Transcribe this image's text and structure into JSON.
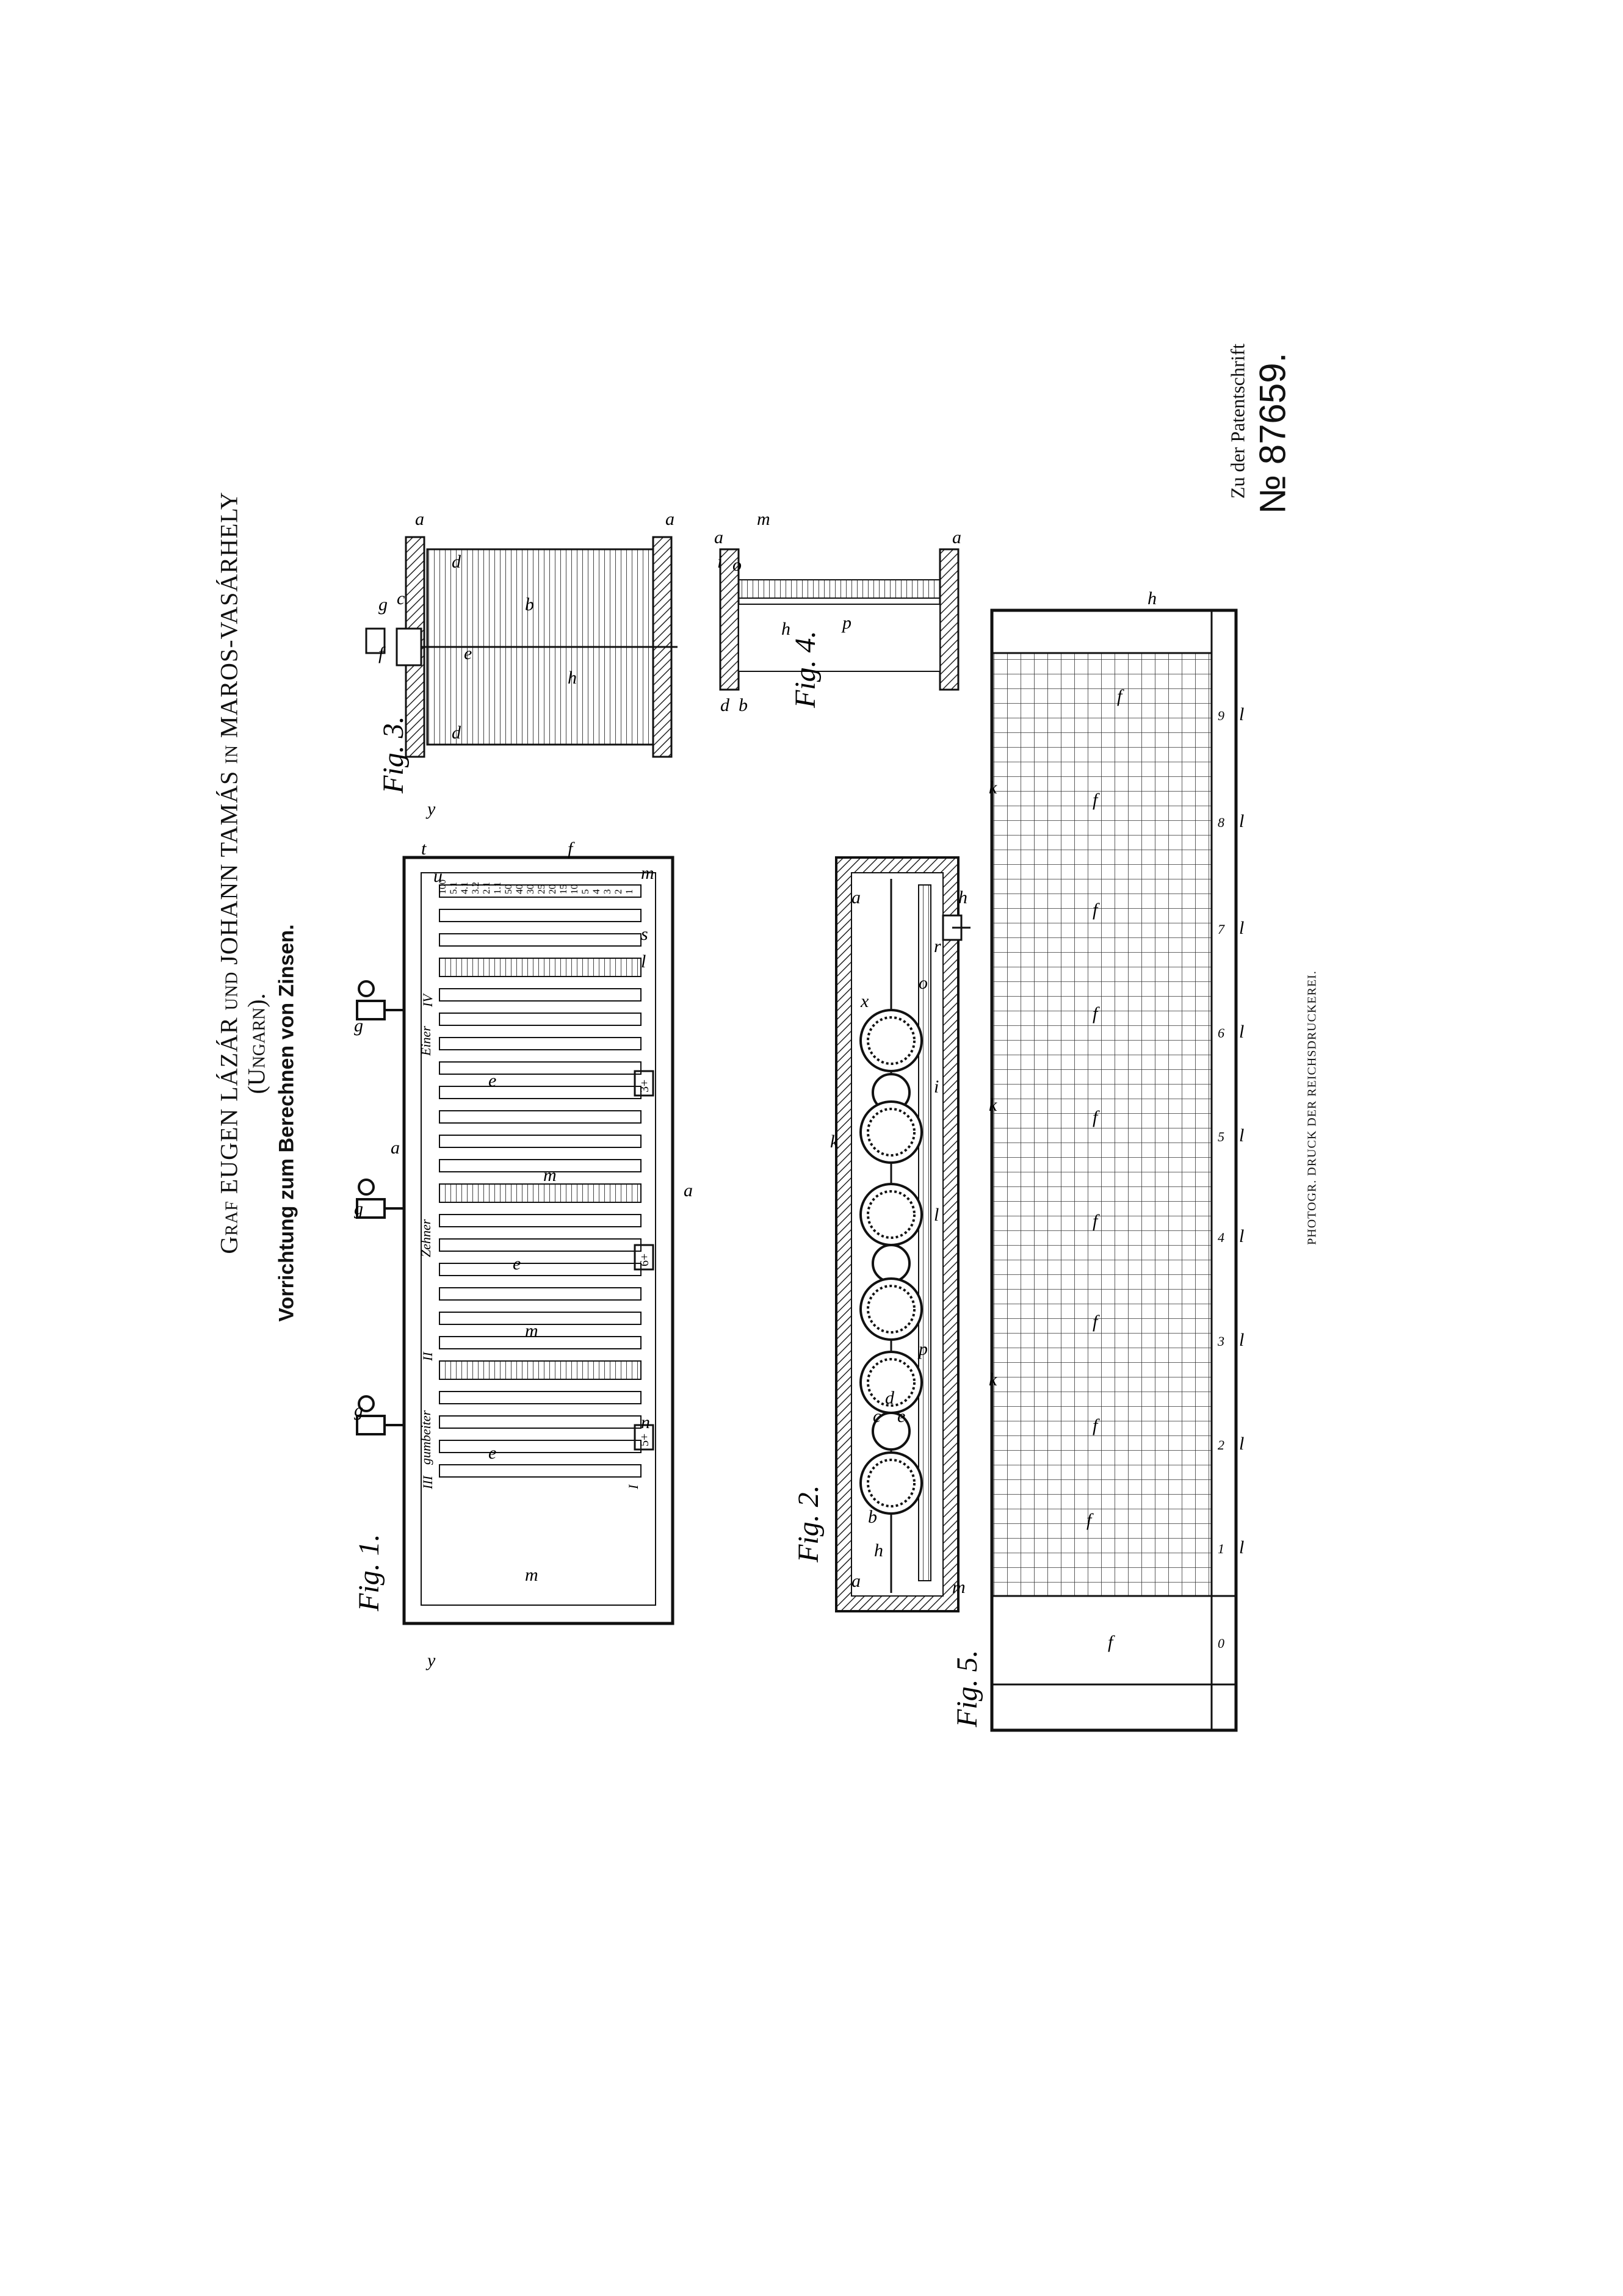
{
  "header": {
    "title": "Graf EUGEN LÁZÁR und JOHANN TAMÁS in MAROS-VASÁRHELY",
    "subtitle": "(Ungarn).",
    "caption": "Vorrichtung zum Berechnen von Zinsen."
  },
  "patent": {
    "label": "Zu der Patentschrift",
    "number": "№ 87659."
  },
  "printer": "PHOTOGR. DRUCK DER REICHSDRUCKEREI.",
  "figures": {
    "fig1": "Fig. 1.",
    "fig2": "Fig. 2.",
    "fig3": "Fig. 3.",
    "fig4": "Fig. 4.",
    "fig5": "Fig. 5."
  },
  "fig1_labels": {
    "g": "g",
    "a": "a",
    "m": "m",
    "e": "e",
    "n": "n",
    "l": "l",
    "y": "y",
    "f": "f",
    "t": "t",
    "u": "u",
    "s": "s",
    "roman_iii": "III",
    "roman_ii": "II",
    "roman_i": "I",
    "roman_iv": "IV",
    "col_gumbeiter": "gumbeiter",
    "col_zehner": "Zehner",
    "col_einer": "Einer",
    "box_5": "5+",
    "box_6": "6+",
    "box_3": "3+"
  },
  "fig1_ratings": [
    "100",
    "5.1",
    "4.1",
    "3.2",
    "2.1",
    "1.1",
    "50",
    "40",
    "30",
    "25",
    "20",
    "15",
    "10",
    "5",
    "4",
    "3",
    "2",
    "1"
  ],
  "fig5_scale": [
    "0",
    "1",
    "2",
    "3",
    "4",
    "5",
    "6",
    "7",
    "8",
    "9"
  ],
  "fig5_labels": {
    "h": "h",
    "f": "f",
    "k": "k",
    "l": "l"
  },
  "fig2_labels": {
    "a": "a",
    "b": "b",
    "h": "h",
    "k": "k",
    "x": "x",
    "d": "d",
    "c": "c",
    "e": "e",
    "p": "p",
    "l": "l",
    "i": "i",
    "r": "r",
    "o": "o",
    "m": "m"
  },
  "fig3_labels": {
    "a": "a",
    "b": "b",
    "c": "c",
    "d": "d",
    "e": "e",
    "f": "f",
    "g": "g",
    "h": "h"
  },
  "fig4_labels": {
    "a": "a",
    "b": "b",
    "d": "d",
    "h": "h",
    "i": "i",
    "m": "m",
    "o": "o",
    "p": "p"
  }
}
